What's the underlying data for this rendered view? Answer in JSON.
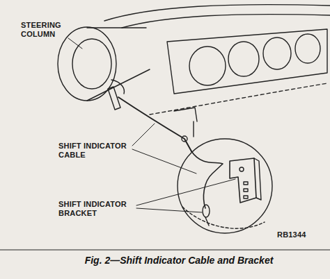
{
  "diagram": {
    "caption": "Fig. 2—Shift Indicator Cable and Bracket",
    "labels": [
      "STEERING COLUMN",
      "SHIFT INDICATOR CABLE",
      "SHIFT INDICATOR BRACKET",
      "RB1344"
    ]
  }
}
